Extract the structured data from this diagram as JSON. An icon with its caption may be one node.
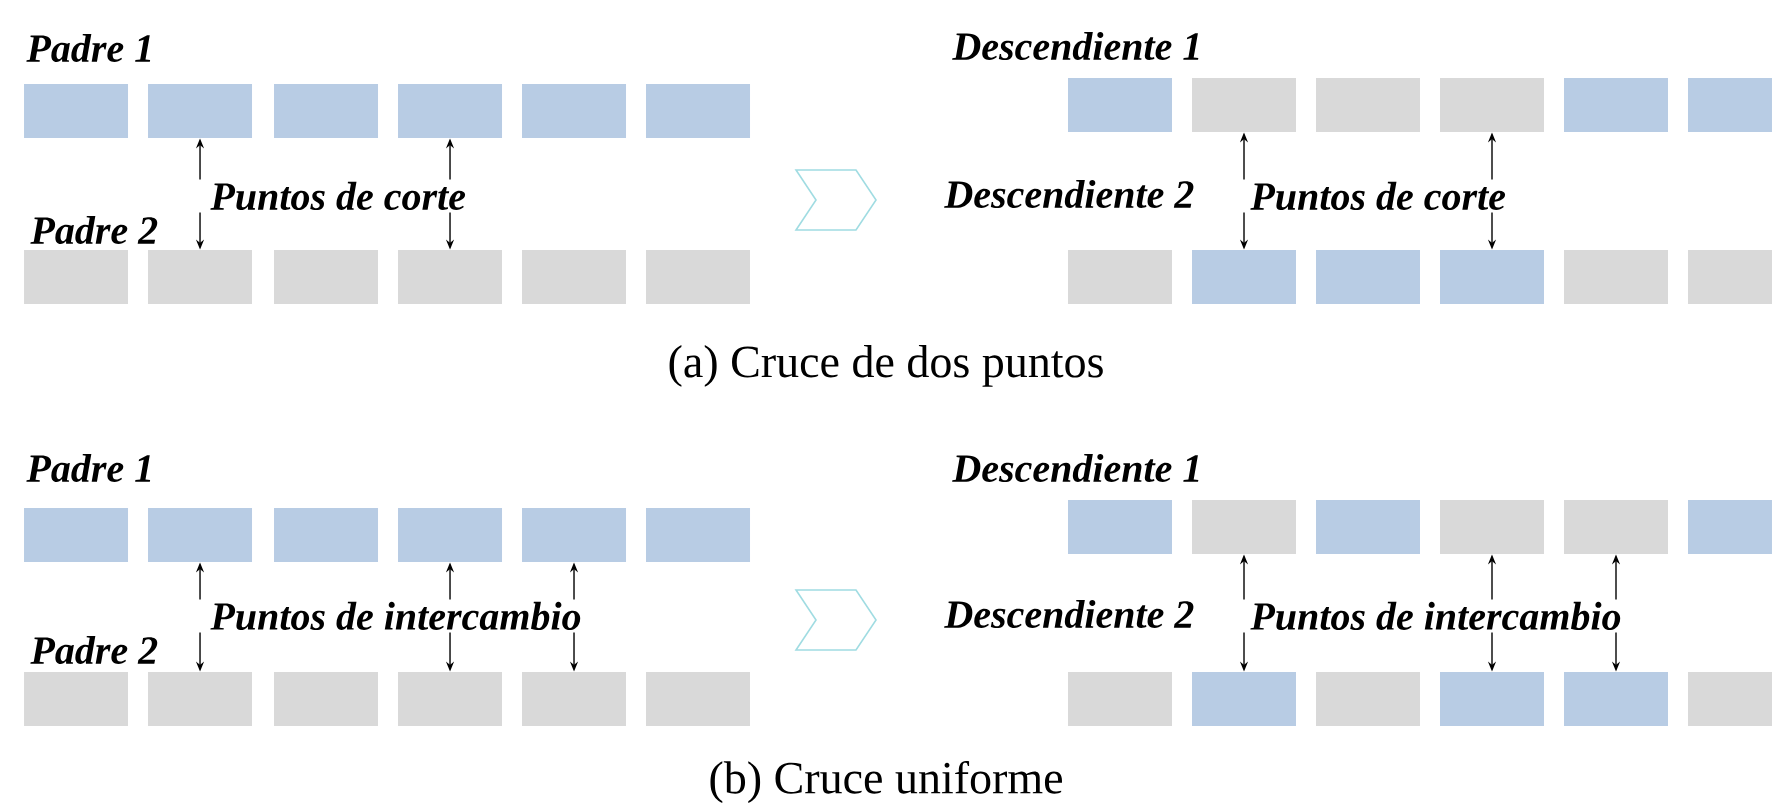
{
  "diagram": {
    "nodes": [
      {
        "text": [],
        "shape": "box"
      },
      {
        "text": [],
        "shape": "box"
      },
      {
        "text": [],
        "shape": "box"
      },
      {
        "text": [],
        "shape": "box"
      },
      {
        "text": [],
        "shape": "box"
      },
      {
        "text": [],
        "shape": "box"
      },
      {
        "text": [],
        "shape": "box"
      },
      {
        "text": [],
        "shape": "box"
      },
      {
        "text": [],
        "shape": "box"
      },
      {
        "text": [],
        "shape": "box"
      },
      {
        "text": [],
        "shape": "box"
      },
      {
        "text": [],
        "shape": "box"
      },
      {
        "text": [
          "Puntos de corte"
        ]
      },
      {
        "text": [],
        "shape": "box"
      },
      {
        "text": [],
        "shape": "box"
      },
      {
        "text": [],
        "shape": "box"
      },
      {
        "text": [],
        "shape": "box"
      },
      {
        "text": [],
        "shape": "box"
      },
      {
        "text": [],
        "shape": "box"
      },
      {
        "text": [],
        "shape": "box"
      },
      {
        "text": [],
        "shape": "box"
      },
      {
        "text": [],
        "shape": "box"
      },
      {
        "text": [],
        "shape": "box"
      },
      {
        "text": [],
        "shape": "box"
      },
      {
        "text": [],
        "shape": "box"
      },
      {
        "text": [
          "Puntos de corte"
        ]
      },
      {
        "text": [],
        "shape": "box"
      },
      {
        "text": [],
        "shape": "box"
      },
      {
        "text": [],
        "shape": "box"
      },
      {
        "text": [],
        "shape": "box"
      },
      {
        "text": [],
        "shape": "box"
      },
      {
        "text": [],
        "shape": "box"
      },
      {
        "text": [],
        "shape": "box"
      },
      {
        "text": [],
        "shape": "box"
      },
      {
        "text": [],
        "shape": "box"
      },
      {
        "text": [],
        "shape": "box"
      },
      {
        "text": [],
        "shape": "box"
      },
      {
        "text": [],
        "shape": "box"
      },
      {
        "text": [
          "Puntos de intercambio"
        ]
      },
      {
        "text": [],
        "shape": "box"
      },
      {
        "text": [],
        "shape": "box"
      },
      {
        "text": [],
        "shape": "box"
      },
      {
        "text": [],
        "shape": "box"
      },
      {
        "text": [],
        "shape": "box"
      },
      {
        "text": [],
        "shape": "box"
      },
      {
        "text": [],
        "shape": "box"
      },
      {
        "text": [],
        "shape": "box"
      },
      {
        "text": [],
        "shape": "box"
      },
      {
        "text": [],
        "shape": "box"
      },
      {
        "text": [],
        "shape": "box"
      },
      {
        "text": [],
        "shape": "box"
      },
      {
        "text": [
          "Puntos de intercambio"
        ]
      }
    ],
    "edges": [
      {
        "from": 12,
        "to": 1,
        "arrow": "to"
      },
      {
        "from": 12,
        "to": 7,
        "arrow": "to"
      },
      {
        "from": 12,
        "to": 3,
        "arrow": "to"
      },
      {
        "from": 12,
        "to": 9,
        "arrow": "to"
      },
      {
        "from": 25,
        "to": 14,
        "arrow": "to"
      },
      {
        "from": 25,
        "to": 20,
        "arrow": "to"
      },
      {
        "from": 25,
        "to": 16,
        "arrow": "to"
      },
      {
        "from": 25,
        "to": 22,
        "arrow": "to"
      },
      {
        "from": 38,
        "to": 27,
        "arrow": "to"
      },
      {
        "from": 38,
        "to": 33,
        "arrow": "to"
      },
      {
        "from": 38,
        "to": 29,
        "arrow": "to"
      },
      {
        "from": 38,
        "to": 35,
        "arrow": "to"
      },
      {
        "from": 38,
        "to": 30,
        "arrow": "to"
      },
      {
        "from": 38,
        "to": 36,
        "arrow": "to"
      },
      {
        "from": 51,
        "to": 40,
        "arrow": "to"
      },
      {
        "from": 51,
        "to": 46,
        "arrow": "to"
      },
      {
        "from": 51,
        "to": 42,
        "arrow": "to"
      },
      {
        "from": 51,
        "to": 48,
        "arrow": "to"
      },
      {
        "from": 51,
        "to": 43,
        "arrow": "to"
      },
      {
        "from": 51,
        "to": 49,
        "arrow": "to"
      }
    ],
    "labels": [
      "Padre 1",
      "Padre 2",
      "Descendiente 1",
      "Descendiente 2",
      "(a) Cruce de dos puntos",
      "Padre 1",
      "Padre 2",
      "Descendiente 1",
      "Descendiente 2",
      "(b) Cruce uniforme"
    ]
  }
}
